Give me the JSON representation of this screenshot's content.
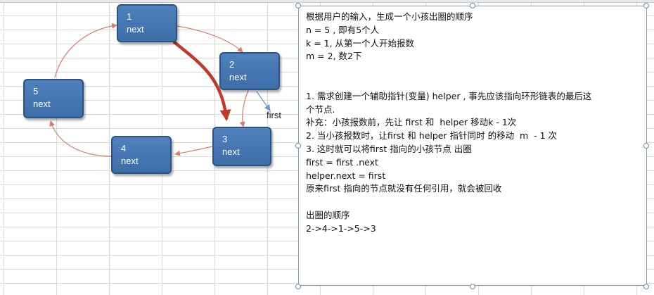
{
  "nodes": [
    {
      "id": "1",
      "next": "next"
    },
    {
      "id": "2",
      "next": "next"
    },
    {
      "id": "3",
      "next": "next"
    },
    {
      "id": "4",
      "next": "next"
    },
    {
      "id": "5",
      "next": "next"
    }
  ],
  "pointer_label": "first",
  "colors": {
    "node_fill": "#4f81bd",
    "node_border": "#2c5282",
    "link_arrow": "#d97b6c",
    "move_arrow": "#c0392b",
    "pointer_arrow": "#6f9bd1"
  },
  "text_block": {
    "lines": [
      "根据用户的输入，生成一个小孩出圈的顺序",
      "n = 5 , 即有5个人",
      "k = 1, 从第一个人开始报数",
      "m = 2, 数2下",
      "",
      "",
      "1. 需求创建一个辅助指针(变量) helper , 事先应该指向环形链表的最后这",
      "个节点.",
      "补充：小孩报数前，先让 first 和  helper 移动k - 1次",
      "2. 当小孩报数时，让first 和 helper 指针同时 的移动  m  - 1 次",
      "3. 这时就可以将first 指向的小孩节点 出圈",
      "first = first .next",
      "helper.next = first",
      "原来first 指向的节点就没有任何引用，就会被回收",
      "",
      "出圈的顺序",
      "2->4->1->5->3"
    ]
  }
}
